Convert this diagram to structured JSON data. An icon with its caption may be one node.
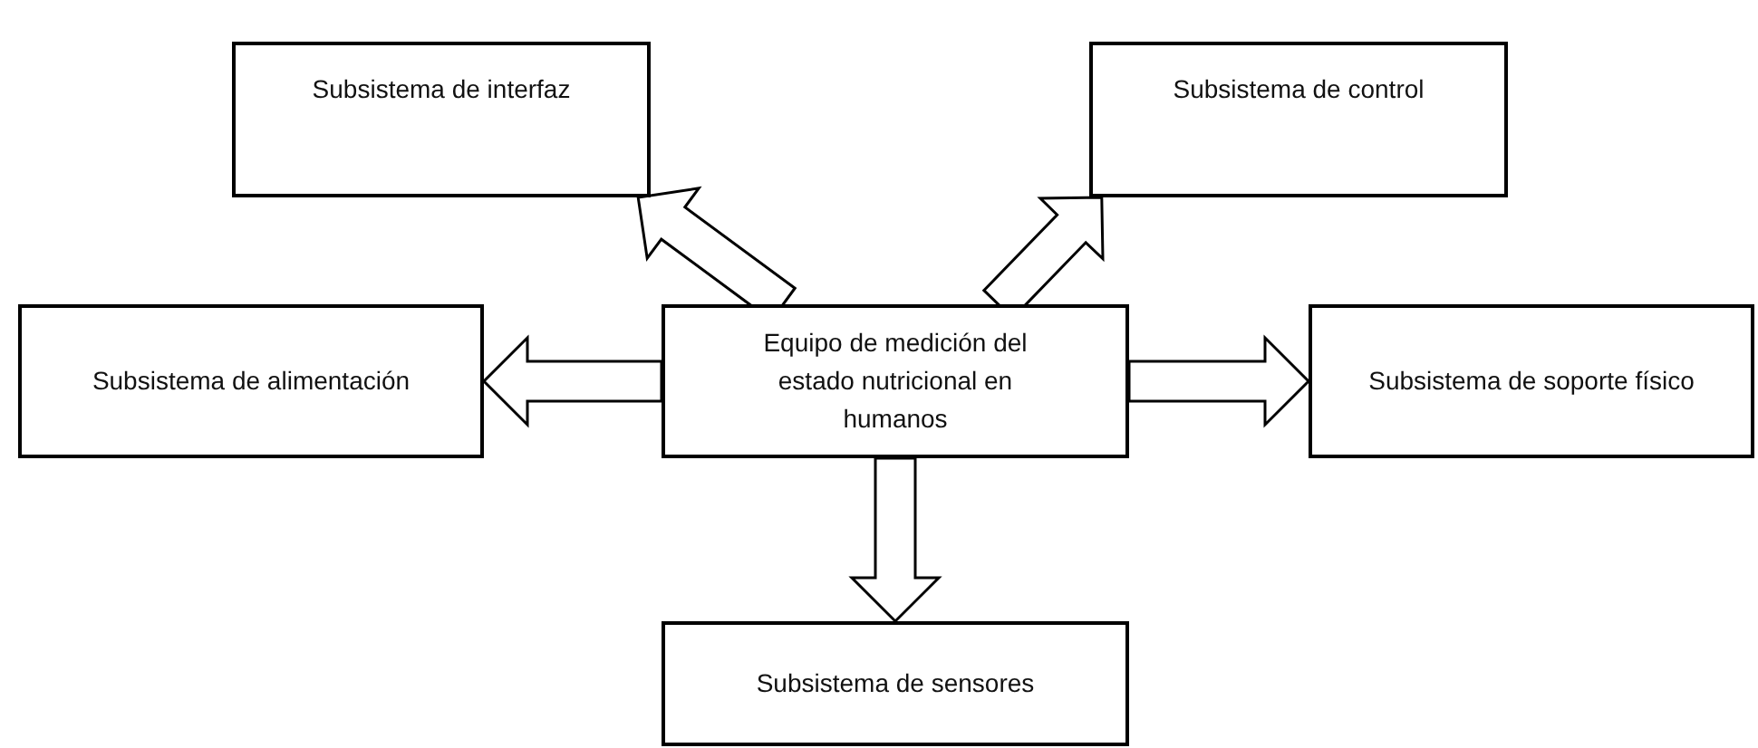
{
  "diagram": {
    "nodes": [
      {
        "text": [
          "Subsistema de interfaz"
        ]
      },
      {
        "text": [
          "Subsistema de control"
        ]
      },
      {
        "text": [
          "Subsistema de alimentación"
        ]
      },
      {
        "text": [
          "Equipo de medición del estado nutricional en humanos"
        ]
      },
      {
        "text": [
          "Subsistema de soporte físico"
        ]
      },
      {
        "text": [
          "Subsistema de sensores"
        ]
      }
    ],
    "edges": [
      {
        "from": 3,
        "to": 0,
        "arrow": "to"
      },
      {
        "from": 3,
        "to": 1,
        "arrow": "to"
      },
      {
        "from": 3,
        "to": 2,
        "arrow": "to"
      },
      {
        "from": 3,
        "to": 4,
        "arrow": "to"
      },
      {
        "from": 3,
        "to": 5,
        "arrow": "to"
      }
    ]
  }
}
